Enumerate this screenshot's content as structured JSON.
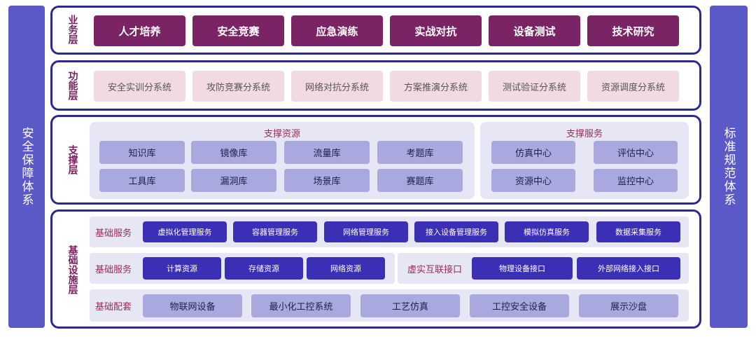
{
  "left_pillar": "安全保障体系",
  "right_pillar": "标准规范体系",
  "business": {
    "title": "业务层",
    "items": [
      "人才培养",
      "安全竞赛",
      "应急演练",
      "实战对抗",
      "设备测试",
      "技术研究"
    ]
  },
  "function": {
    "title": "功能层",
    "items": [
      "安全实训分系统",
      "攻防竞赛分系统",
      "网络对抗分系统",
      "方案推演分系统",
      "测试验证分系统",
      "资源调度分系统"
    ]
  },
  "support": {
    "title": "支撑层",
    "resources_title": "支撑资源",
    "resources": [
      "知识库",
      "镜像库",
      "流量库",
      "考题库",
      "工具库",
      "漏洞库",
      "场景库",
      "赛题库"
    ],
    "services_title": "支撑服务",
    "services": [
      "仿真中心",
      "评估中心",
      "资源中心",
      "监控中心"
    ]
  },
  "infra": {
    "title": "基础设施层",
    "row1_label": "基础服务",
    "row1": [
      "虚拟化管理服务",
      "容器管理服务",
      "网络管理服务",
      "接入设备管理服务",
      "模拟仿真服务",
      "数据采集服务"
    ],
    "row2_label": "基础服务",
    "row2": [
      "计算资源",
      "存储资源",
      "网络资源"
    ],
    "row2b_label": "虚实互联接口",
    "row2b": [
      "物理设备接口",
      "外部网络接入接口"
    ],
    "row3_label": "基础配套",
    "row3": [
      "物联网设备",
      "最小化工控系统",
      "工艺仿真",
      "工控安全设备",
      "展示沙盘"
    ]
  }
}
